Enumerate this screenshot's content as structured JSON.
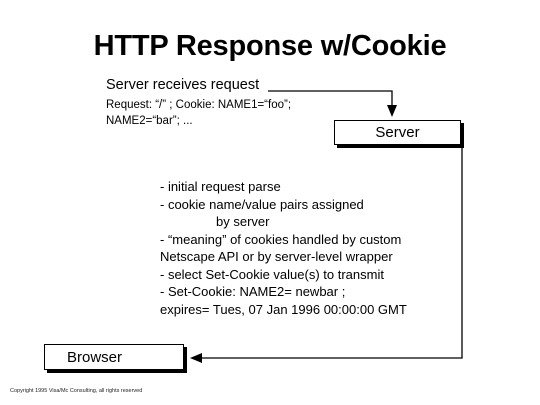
{
  "title": "HTTP Response w/Cookie",
  "request": {
    "heading": "Server receives request",
    "line1": "Request: “/” ; Cookie: NAME1=“foo”;",
    "line2": "NAME2=“bar”; ..."
  },
  "server_label": "Server",
  "browser_label": "Browser",
  "notes": [
    "- initial request parse",
    "- cookie name/value pairs assigned",
    "by server",
    "- “meaning” of cookies handled by custom",
    "Netscape API or by server-level wrapper",
    "- select Set-Cookie value(s) to transmit",
    "- Set-Cookie: NAME2= newbar ;",
    "expires= Tues, 07 Jan 1996 00:00:00 GMT"
  ],
  "copyright": "Copyright 1995 Visa/Mc Consulting, all rights reserved"
}
